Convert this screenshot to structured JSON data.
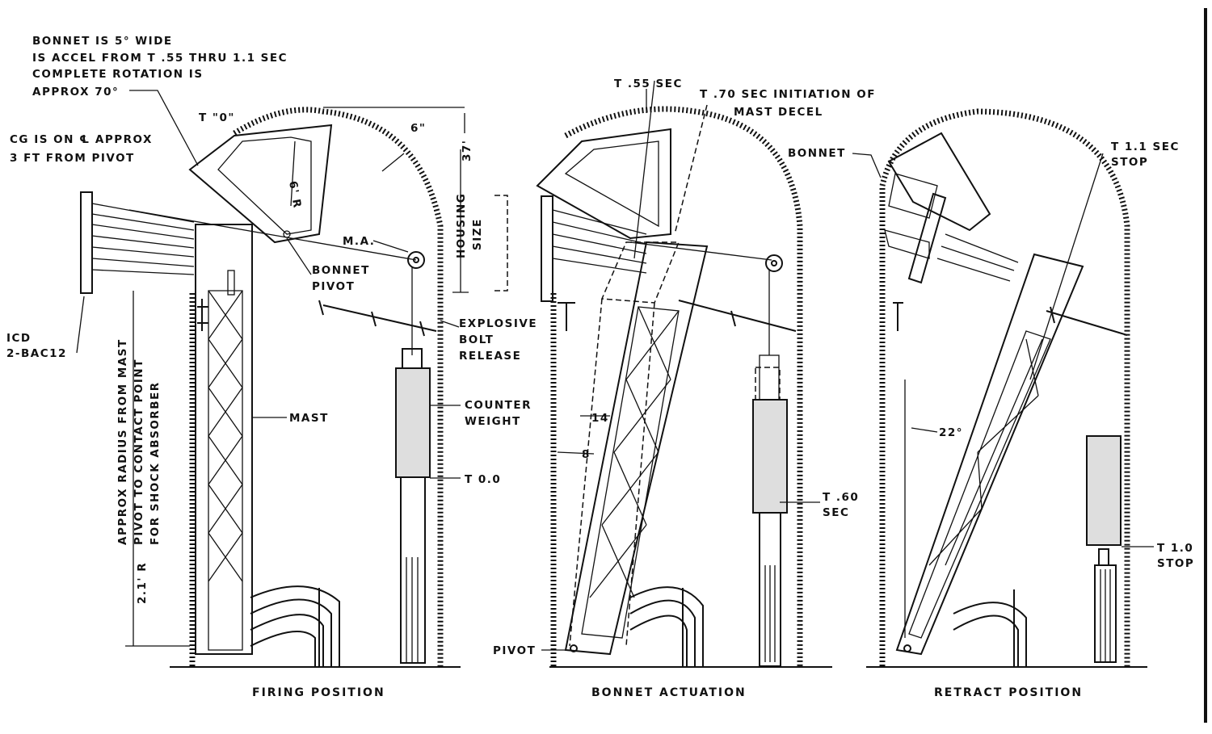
{
  "figure": {
    "panels": [
      {
        "id": "firing",
        "caption": "FIRING POSITION"
      },
      {
        "id": "actuation",
        "caption": "BONNET ACTUATION"
      },
      {
        "id": "retract",
        "caption": "RETRACT POSITION"
      }
    ],
    "notes": {
      "bonnet_note_1": "BONNET IS 5° WIDE",
      "bonnet_note_2": "IS ACCEL FROM T .55 THRU 1.1 SEC",
      "bonnet_note_3": "COMPLETE ROTATION IS",
      "bonnet_note_4": "APPROX 70°",
      "cg_note_1": "CG IS ON ℄ APPROX",
      "cg_note_2": "3 FT FROM PIVOT",
      "radius_note_1": "APPROX RADIUS FROM MAST",
      "radius_note_2": "PIVOT TO CONTACT POINT",
      "radius_note_3": "FOR SHOCK ABSORBER"
    },
    "labels": {
      "t0": "T \"0\"",
      "dim_6in": "6\"",
      "dim_37": "37'",
      "housing_1": "HOUSING",
      "housing_2": "SIZE",
      "r_6": "6' R",
      "ma": "M.A.",
      "bonnet_pivot_1": "BONNET",
      "bonnet_pivot_2": "PIVOT",
      "icd_1": "ICD",
      "icd_2": "2-BAC12",
      "explosive_1": "EXPLOSIVE",
      "explosive_2": "BOLT",
      "explosive_3": "RELEASE",
      "mast": "MAST",
      "counter_1": "COUNTER",
      "counter_2": "WEIGHT",
      "t00": "T 0.0",
      "r21": "2.1' R",
      "t55": "T .55 SEC",
      "t70_1": "T .70 SEC  INITIATION OF",
      "t70_2": "MAST DECEL",
      "dim_14": "14",
      "dim_8": "8",
      "t60_1": "T .60",
      "t60_2": "SEC",
      "pivot": "PIVOT",
      "bonnet": "BONNET",
      "t11_1": "T 1.1 SEC",
      "t11_2": "STOP",
      "angle_22": "22°",
      "t10_1": "T 1.0",
      "t10_2": "STOP"
    }
  }
}
